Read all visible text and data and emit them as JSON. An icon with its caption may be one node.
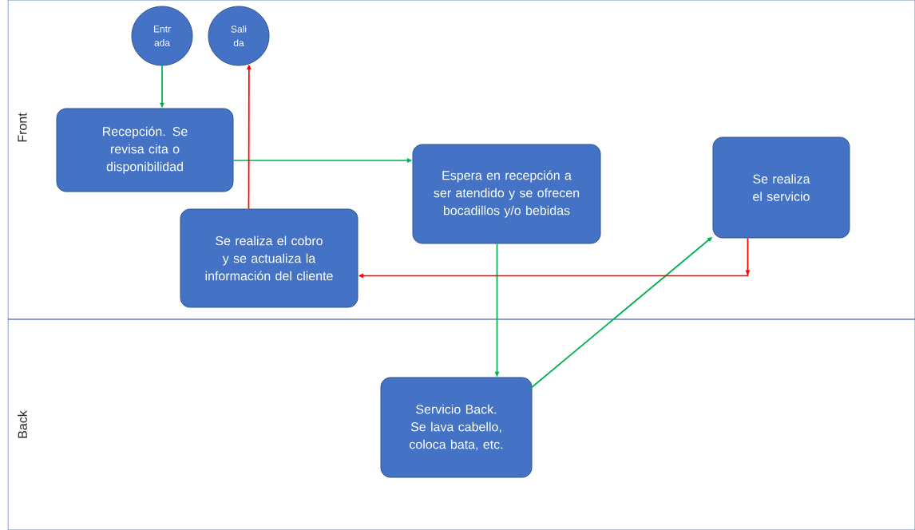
{
  "diagram": {
    "nodes": [
      {
        "text": [
          "Front"
        ]
      },
      {
        "text": [
          "Back"
        ]
      },
      {
        "text": [
          "Entr ada"
        ],
        "in": 0
      },
      {
        "text": [
          "Sali da"
        ],
        "in": 0
      },
      {
        "text": [
          "Recepción. Se revisa cita o disponibilidad"
        ],
        "in": 0
      },
      {
        "text": [
          "Espera en recepción a ser atendido y se ofrecen bocadillos y/o bebidas"
        ],
        "in": 0
      },
      {
        "text": [
          "Se realiza el servicio"
        ],
        "in": 0
      },
      {
        "text": [
          "Se realiza el cobro y se actualiza la información del cliente"
        ],
        "in": 0
      },
      {
        "text": [
          "Servicio Back. Se lava cabello, coloca bata, etc."
        ],
        "in": 1
      }
    ],
    "edges": [
      {
        "from": 2,
        "to": 4,
        "arrow": "to"
      },
      {
        "from": 4,
        "to": 5,
        "arrow": "to"
      },
      {
        "from": 5,
        "to": 8,
        "arrow": "to"
      },
      {
        "from": 8,
        "to": 6,
        "arrow": "to"
      },
      {
        "from": 6,
        "to": 7,
        "arrow": "to",
        "color": "#ff0000"
      },
      {
        "from": 7,
        "to": 3,
        "arrow": "to",
        "color": "#ff0000"
      }
    ]
  }
}
